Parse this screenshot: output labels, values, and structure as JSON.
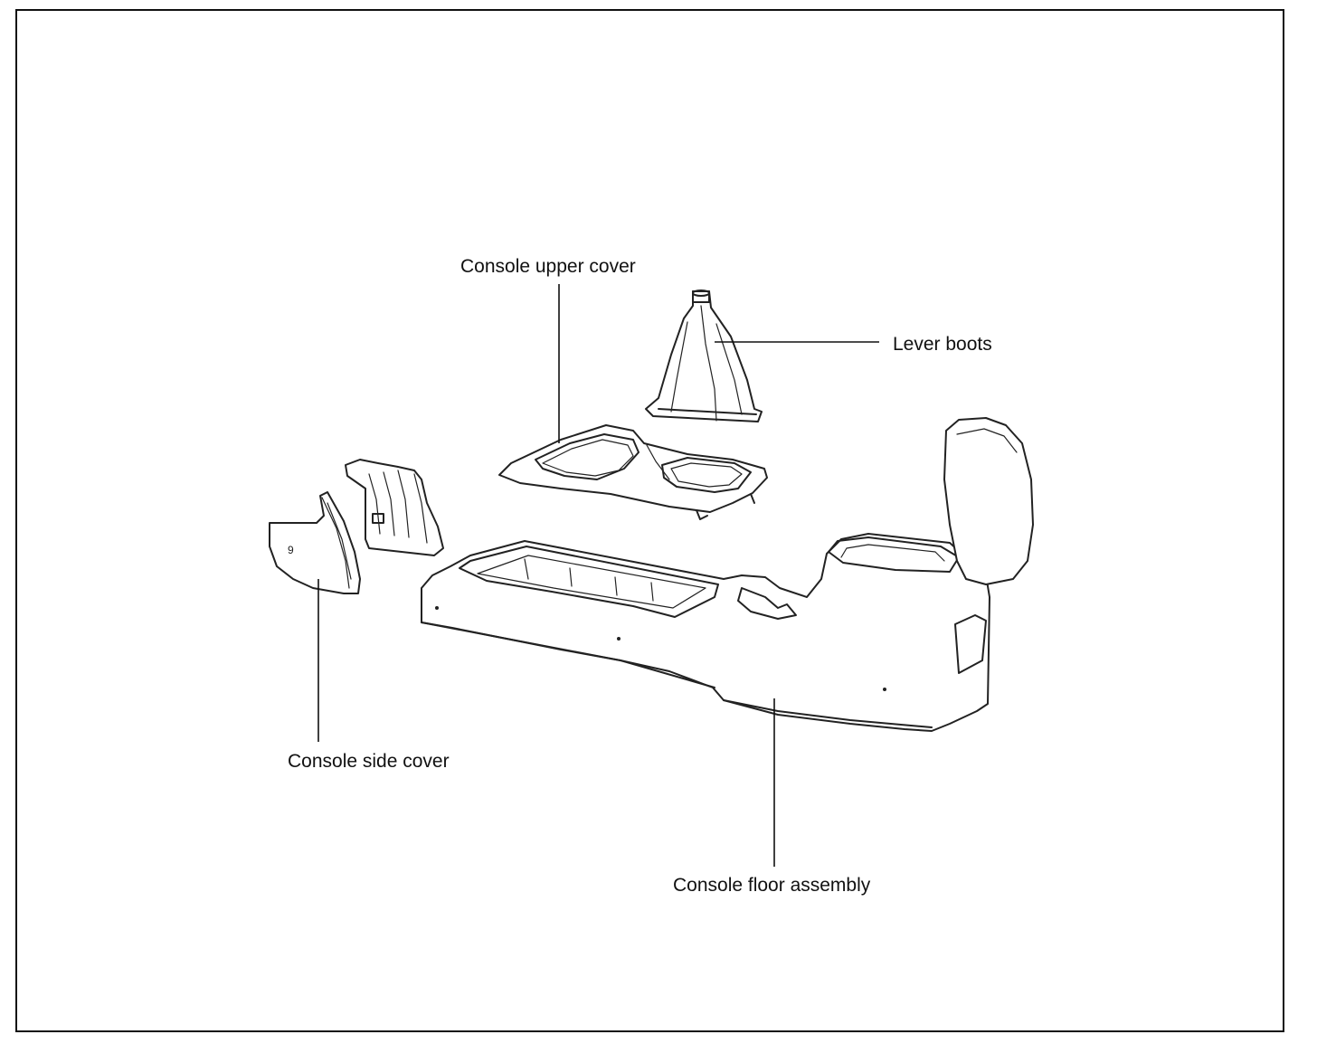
{
  "labels": {
    "upper_cover": "Console upper cover",
    "lever_boots": "Lever boots",
    "side_cover": "Console side cover",
    "floor_assembly": "Console floor assembly"
  },
  "icons": [
    "lever-boot-drawing",
    "upper-cover-drawing",
    "side-cover-drawing",
    "floor-assembly-drawing",
    "armrest-drawing"
  ],
  "colors": {
    "line": "#222222",
    "background": "#ffffff"
  }
}
